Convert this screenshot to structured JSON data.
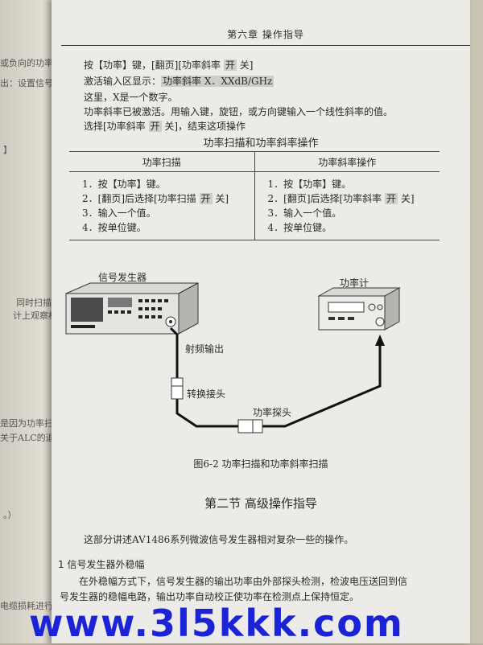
{
  "left_page_fragments": [
    "或负向的功率扫",
    "出：设置信号发生",
    "】",
    "同时扫描进行",
    "计上观察相对",
    "是因为功率扫",
    "关于ALC的退",
    "。）",
    "电缆损耗进行"
  ],
  "header": {
    "title": "第六章  操作指导"
  },
  "intro": {
    "line1_parts": [
      "按【功率】键，[翻页][功率斜率 ",
      "开",
      " 关]"
    ],
    "line2_prefix": "激活输入区显示：",
    "line2_highlight": "功率斜率 X．XXdB/GHz",
    "line3": "这里，X是一个数字。",
    "line4": "功率斜率已被激活。用输入键，旋钮，或方向键输入一个线性斜率的值。",
    "line5_parts": [
      "选择[功率斜率 ",
      "开",
      " 关]，结束这项操作"
    ]
  },
  "table": {
    "title": "功率扫描和功率斜率操作",
    "headers": [
      "功率扫描",
      "功率斜率操作"
    ],
    "col1": [
      "1．按【功率】键。",
      "2．[翻页]后选择[功率扫描 开 关]",
      "3．输入一个值。",
      "4．按单位键。"
    ],
    "col1_line2_parts": [
      "2．[翻页]后选择[功率扫描 ",
      "开",
      " 关]"
    ],
    "col2": [
      "1．按【功率】键。",
      "2．[翻页]后选择[功率斜率 开 关]",
      "3．输入一个值。",
      "4．按单位键。"
    ],
    "col2_line2_parts": [
      "2．[翻页]后选择[功率斜率 ",
      "开",
      " 关]"
    ]
  },
  "figure": {
    "generator_label": "信号发生器",
    "meter_label": "功率计",
    "rf_out_label": "射频输出",
    "adapter_label": "转换接头",
    "probe_label": "功率探头",
    "caption": "图6-2 功率扫描和功率斜率扫描"
  },
  "section": {
    "title": "第二节  高级操作指导",
    "intro": "这部分讲述AV1486系列微波信号发生器相对复杂一些的操作。",
    "subsection_title": "1  信号发生器外稳幅",
    "para_line1": "在外稳幅方式下，信号发生器的输出功率由外部探头检测，检波电压送回到信",
    "para_line2": "号发生器的稳幅电路，输出功率自动校正使功率在检测点上保持恒定。"
  },
  "watermark": "www.3l5kkk.com"
}
